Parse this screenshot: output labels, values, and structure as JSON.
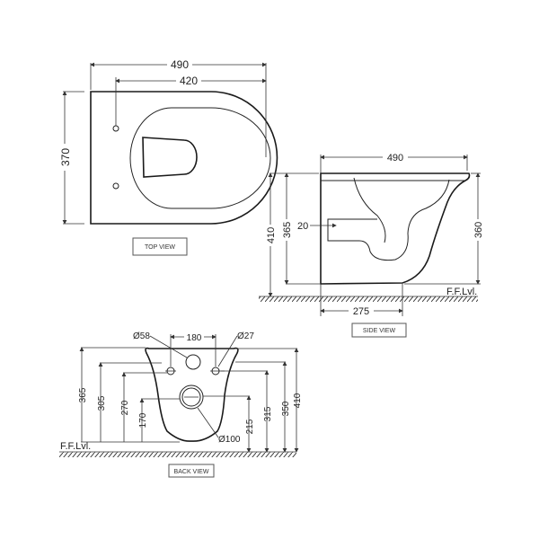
{
  "top_view": {
    "label": "TOP VIEW",
    "dims": {
      "overall_length": "490",
      "seat_length": "420",
      "width": "370"
    }
  },
  "side_view": {
    "label": "SIDE VIEW",
    "dims": {
      "length": "490",
      "overall_height": "410",
      "rim_height": "365",
      "inlet": "20",
      "front_height": "360",
      "base_depth": "275"
    },
    "floor_label": "F.F.Lvl."
  },
  "back_view": {
    "label": "BACK VIEW",
    "floor_label": "F.F.Lvl.",
    "dims": {
      "hole_large": "Ø58",
      "hole_spacing": "180",
      "hole_small": "Ø27",
      "outlet": "Ø100",
      "left_365": "365",
      "left_305": "305",
      "left_270": "270",
      "left_170": "170",
      "right_215": "215",
      "right_315": "315",
      "right_350": "350",
      "right_410": "410"
    }
  }
}
